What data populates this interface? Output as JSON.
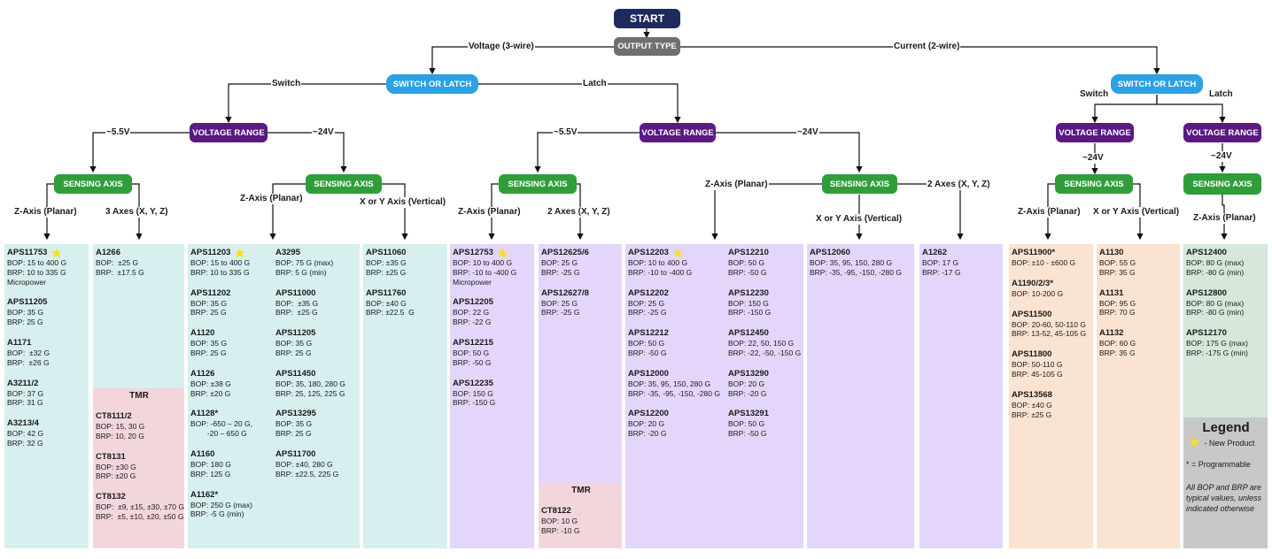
{
  "nodes": {
    "start": "START",
    "output_type": "OUTPUT TYPE",
    "switch_latch": "SWITCH OR LATCH",
    "voltage_range": "VOLTAGE RANGE",
    "sensing_axis": "SENSING AXIS"
  },
  "edges": {
    "voltage_3wire": "Voltage (3-wire)",
    "current_2wire": "Current (2-wire)",
    "switch": "Switch",
    "latch": "Latch",
    "v55": "~5.5V",
    "v24": "~24V",
    "z_planar": "Z-Axis (Planar)",
    "three_axes": "3 Axes (X, Y, Z)",
    "xy_vertical": "X or Y Axis (Vertical)",
    "two_axes_a": "2 Axes (X, Y, Z)",
    "z_planar_dash": "Z-Axis (Planar)",
    "two_axes_b": "2 Axes (X, Y, Z)"
  },
  "columns": {
    "c1": [
      {
        "pn": "APS11753",
        "star": true,
        "lines": [
          "BOP: 15 to 400 G",
          "BRP: 10 to 335 G",
          "Micropower"
        ]
      },
      {
        "pn": "APS11205",
        "lines": [
          "BOP: 35 G",
          "BRP: 25 G"
        ]
      },
      {
        "pn": "A1171",
        "lines": [
          "BOP:  ±32 G",
          "BRP:  ±26 G"
        ]
      },
      {
        "pn": "A3211/2",
        "lines": [
          "BOP: 37 G",
          "BRP: 31 G"
        ]
      },
      {
        "pn": "A3213/4",
        "lines": [
          "BOP: 42 G",
          "BRP: 32 G"
        ]
      }
    ],
    "c2": [
      {
        "pn": "A1266",
        "lines": [
          "BOP:  ±25 G",
          "BRP:  ±17.5 G"
        ]
      }
    ],
    "c2_tmr_header": "TMR",
    "c2_tmr": [
      {
        "pn": "CT8111/2",
        "lines": [
          "BOP: 15, 30 G",
          "BRP: 10, 20 G"
        ]
      },
      {
        "pn": "CT8131",
        "lines": [
          "BOP: ±30 G",
          "BRP: ±20 G"
        ]
      },
      {
        "pn": "CT8132",
        "lines": [
          "BOP:  ±9, ±15, ±30, ±70 G",
          "BRP:  ±5, ±10, ±20, ±50 G"
        ]
      }
    ],
    "c3a": [
      {
        "pn": "APS11203",
        "star": true,
        "lines": [
          "BOP: 15 to 400 G",
          "BRP: 10 to 335 G"
        ]
      },
      {
        "pn": "APS11202",
        "lines": [
          "BOP: 35 G",
          "BRP: 25 G"
        ]
      },
      {
        "pn": "A1120",
        "lines": [
          "BOP: 35 G",
          "BRP: 25 G"
        ]
      },
      {
        "pn": "A1126",
        "lines": [
          "BOP: ±38 G",
          "BRP: ±20 G"
        ]
      },
      {
        "pn": "A1128*",
        "lines": [
          "BOP: -650 – 20 G,",
          "        -20 – 650 G"
        ]
      },
      {
        "pn": "A1160",
        "lines": [
          "BOP: 180 G",
          "BRP: 125 G"
        ]
      },
      {
        "pn": "A1162*",
        "lines": [
          "BOP: 250 G (max)",
          "BRP: -5 G (min)"
        ]
      }
    ],
    "c3b": [
      {
        "pn": "A3295",
        "lines": [
          "BOP: 75 G (max)",
          "BRP: 5 G (min)"
        ]
      },
      {
        "pn": "APS11000",
        "lines": [
          "BOP:  ±35 G",
          "BRP:  ±25 G"
        ]
      },
      {
        "pn": "APS11205",
        "lines": [
          "BOP: 35 G",
          "BRP: 25 G"
        ]
      },
      {
        "pn": "APS11450",
        "lines": [
          "BOP: 35, 180, 280 G",
          "BRP: 25, 125, 225 G"
        ]
      },
      {
        "pn": "APS13295",
        "lines": [
          "BOP: 35 G",
          "BRP: 25 G"
        ]
      },
      {
        "pn": "APS11700",
        "lines": [
          "BOP: ±40, 280 G",
          "BRP: ±22.5, 225 G"
        ]
      }
    ],
    "c4": [
      {
        "pn": "APS11060",
        "lines": [
          "BOP: ±35 G",
          "BRP: ±25 G"
        ]
      },
      {
        "pn": "APS11760",
        "lines": [
          "BOP: ±40 G",
          "BRP: ±22.5  G"
        ]
      }
    ],
    "c5": [
      {
        "pn": "APS12753",
        "star": true,
        "lines": [
          "BOP: 10 to 400 G",
          "BRP: -10 to -400 G",
          "Micropower"
        ]
      },
      {
        "pn": "APS12205",
        "lines": [
          "BOP: 22 G",
          "BRP: -22 G"
        ]
      },
      {
        "pn": "APS12215",
        "lines": [
          "BOP: 50 G",
          "BRP: -50 G"
        ]
      },
      {
        "pn": "APS12235",
        "lines": [
          "BOP: 150 G",
          "BRP: -150 G"
        ]
      }
    ],
    "c6": [
      {
        "pn": "APS12625/6",
        "lines": [
          "BOP: 25 G",
          "BRP: -25 G"
        ]
      },
      {
        "pn": "APS12627/8",
        "lines": [
          "BOP: 25 G",
          "BRP: -25 G"
        ]
      }
    ],
    "c6_tmr_header": "TMR",
    "c6_tmr": [
      {
        "pn": "CT8122",
        "lines": [
          "BOP: 10 G",
          "BRP: -10 G"
        ]
      }
    ],
    "c7a": [
      {
        "pn": "APS12203",
        "star": true,
        "lines": [
          "BOP: 10 to 400 G",
          "BRP: -10 to -400 G"
        ]
      },
      {
        "pn": "APS12202",
        "lines": [
          "BOP: 25 G",
          "BRP: -25 G"
        ]
      },
      {
        "pn": "APS12212",
        "lines": [
          "BOP: 50 G",
          "BRP: -50 G"
        ]
      },
      {
        "pn": "APS12000",
        "lines": [
          "BOP: 35, 95, 150, 280 G",
          "BRP: -35, -95, -150, -280 G"
        ]
      },
      {
        "pn": "APS12200",
        "lines": [
          "BOP: 20 G",
          "BRP: -20 G"
        ]
      }
    ],
    "c7b": [
      {
        "pn": "APS12210",
        "lines": [
          "BOP: 50 G",
          "BRP: -50 G"
        ]
      },
      {
        "pn": "APS12230",
        "lines": [
          "BOP: 150 G",
          "BRP: -150 G"
        ]
      },
      {
        "pn": "APS12450",
        "lines": [
          "BOP: 22, 50, 150 G",
          "BRP: -22, -50, -150 G"
        ]
      },
      {
        "pn": "APS13290",
        "lines": [
          "BOP: 20 G",
          "BRP: -20 G"
        ]
      },
      {
        "pn": "APS13291",
        "lines": [
          "BOP: 50 G",
          "BRP: -50 G"
        ]
      }
    ],
    "c8": [
      {
        "pn": "APS12060",
        "lines": [
          "BOP: 35, 95, 150, 280 G",
          "BRP: -35, -95, -150, -280 G"
        ]
      }
    ],
    "c9": [
      {
        "pn": "A1262",
        "lines": [
          "BOP: 17 G",
          "BRP: -17 G"
        ]
      }
    ],
    "c10": [
      {
        "pn": "APS11900*",
        "lines": [
          "BOP: ±10 - ±600 G"
        ]
      },
      {
        "pn": "A1190/2/3*",
        "lines": [
          "BOP: 10-200 G"
        ]
      },
      {
        "pn": "APS11500",
        "lines": [
          "BOP: 20-60, 50-110 G",
          "BRP: 13-52, 45-105 G"
        ]
      },
      {
        "pn": "APS11800",
        "lines": [
          "BOP: 50-110 G",
          "BRP: 45-105 G"
        ]
      },
      {
        "pn": "APS13568",
        "lines": [
          "BOP: ±40 G",
          "BRP: ±25 G"
        ]
      }
    ],
    "c11": [
      {
        "pn": "A1130",
        "lines": [
          "BOP: 55 G",
          "BRP: 35 G"
        ]
      },
      {
        "pn": "A1131",
        "lines": [
          "BOP: 95 G",
          "BRP: 70 G"
        ]
      },
      {
        "pn": "A1132",
        "lines": [
          "BOP: 60 G",
          "BRP: 35 G"
        ]
      }
    ],
    "c12": [
      {
        "pn": "APS12400",
        "lines": [
          "BOP: 80 G (max)",
          "BRP: -80 G (min)"
        ]
      },
      {
        "pn": "APS12800",
        "lines": [
          "BOP: 80 G (max)",
          "BRP: -80 G (min)"
        ]
      },
      {
        "pn": "APS12170",
        "lines": [
          "BOP: 175 G (max)",
          "BRP: -175 G (min)"
        ]
      }
    ]
  },
  "legend": {
    "title": "Legend",
    "new_product": "- New Product",
    "programmable": "* = Programmable",
    "note": "All BOP and BRP are typical values, unless indicated otherwise"
  },
  "colors": {
    "start": "#1f2a5c",
    "output_type": "#6f6f6f",
    "switch_latch": "#2ea0e4",
    "voltage_range": "#5a1a82",
    "sensing_axis": "#2f9e3a",
    "teal": "#d7efef",
    "pink": "#f3d6dc",
    "lavender": "#e4d6fa",
    "peach": "#fbe3d1",
    "green": "#d5e8da",
    "gray": "#c8c8c8",
    "star": "#f7e11b"
  }
}
